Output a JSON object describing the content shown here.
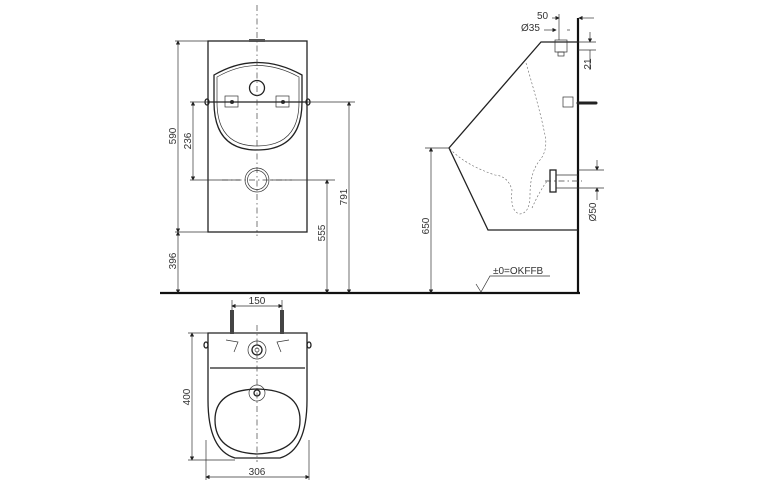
{
  "front_view": {
    "dim_590": "590",
    "dim_396": "396",
    "dim_236": "236",
    "dim_791": "791",
    "dim_555": "555"
  },
  "side_view": {
    "dim_50": "50",
    "dim_d35": "Ø35",
    "dim_21": "21",
    "dim_d50": "Ø50",
    "dim_650": "650",
    "floor_label": "±0=OKFFB"
  },
  "top_view": {
    "dim_150": "150",
    "dim_400": "400",
    "dim_306": "306"
  }
}
